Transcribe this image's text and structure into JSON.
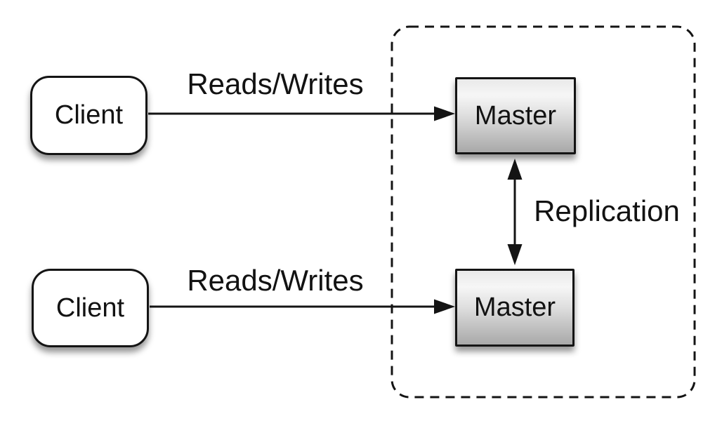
{
  "diagram": {
    "background": "#ffffff",
    "colors": {
      "line": "#141414",
      "node_border": "#141414",
      "text": "#121212",
      "client_fill": "#ffffff",
      "master_fill_top": "#f2f2f2",
      "master_fill_bottom": "#a9a9a9"
    },
    "nodes": {
      "client_top": {
        "label": "Client"
      },
      "client_bottom": {
        "label": "Client"
      },
      "master_top": {
        "label": "Master"
      },
      "master_bottom": {
        "label": "Master"
      }
    },
    "edges": {
      "reads_writes_top": {
        "label": "Reads/Writes"
      },
      "reads_writes_bottom": {
        "label": "Reads/Writes"
      },
      "replication": {
        "label": "Replication"
      }
    }
  }
}
